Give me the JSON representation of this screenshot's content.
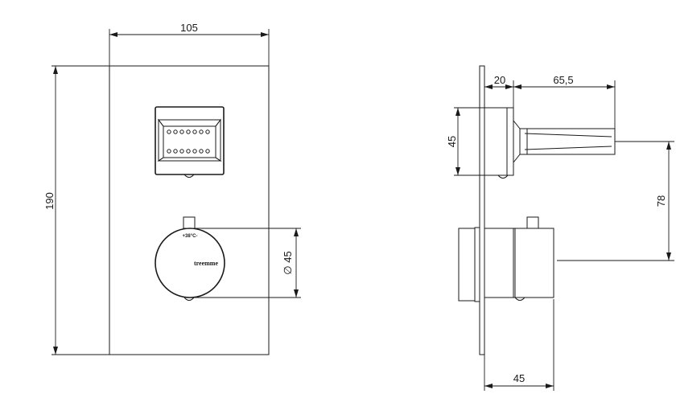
{
  "front_view": {
    "width_label": "105",
    "height_label": "190",
    "dial_diameter_label": "∅ 45",
    "dial_temp_mark": "+38°C-",
    "dial_brand": "treemme"
  },
  "side_view": {
    "plate_offset_label": "20",
    "handle_length_label": "65,5",
    "cartridge_height_label": "45",
    "axis_distance_label": "78",
    "depth_label": "45"
  }
}
